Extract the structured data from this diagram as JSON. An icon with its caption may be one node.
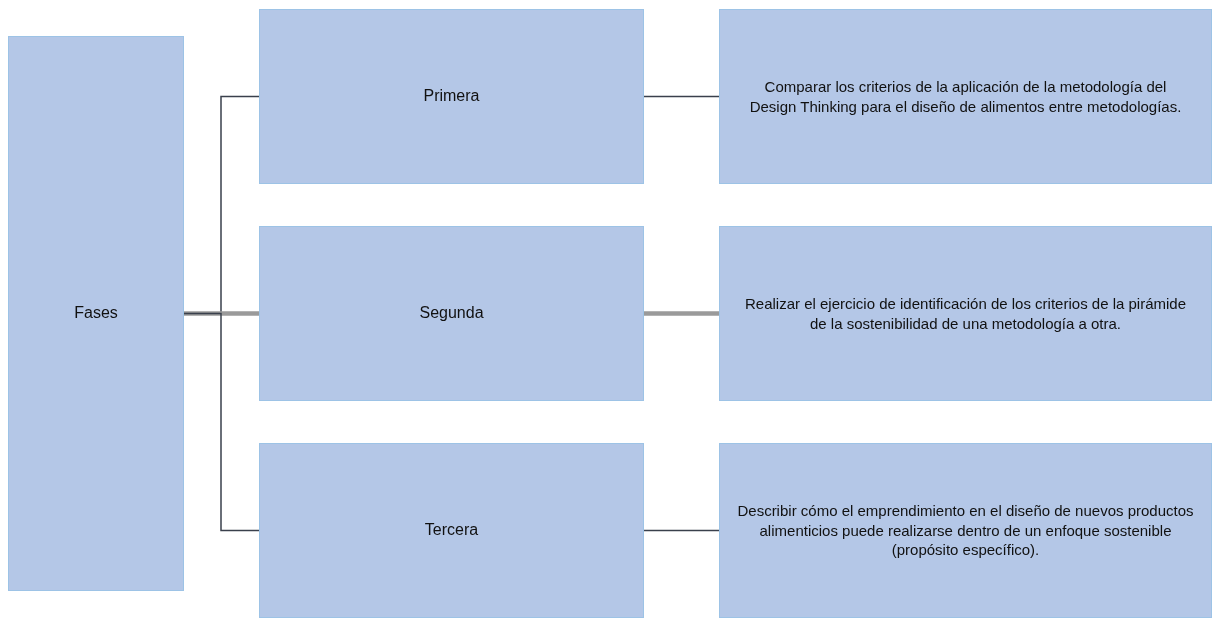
{
  "diagram": {
    "nodes": [
      {
        "text": [
          "Fases"
        ]
      },
      {
        "text": [
          "Primera"
        ]
      },
      {
        "text": [
          "Comparar los criterios de la aplicación de la metodología del Design Thinking para el diseño de alimentos entre metodologías."
        ]
      },
      {
        "text": [
          "Segunda"
        ]
      },
      {
        "text": [
          "Realizar el ejercicio de identificación de los criterios de la pirámide de la sostenibilidad de una metodología a otra."
        ]
      },
      {
        "text": [
          "Tercera"
        ]
      },
      {
        "text": [
          "Describir cómo el emprendimiento en el diseño de nuevos productos alimenticios puede realizarse dentro de un enfoque sostenible (propósito específico)."
        ]
      }
    ],
    "edges": [
      {
        "from": 0,
        "to": 1,
        "arrow": "none"
      },
      {
        "from": 0,
        "to": 3,
        "arrow": "none",
        "style": "thick",
        "color": "#9a9a9a"
      },
      {
        "from": 0,
        "to": 5,
        "arrow": "none"
      },
      {
        "from": 1,
        "to": 2,
        "arrow": "none"
      },
      {
        "from": 3,
        "to": 4,
        "arrow": "none",
        "style": "thick",
        "color": "#9a9a9a"
      },
      {
        "from": 5,
        "to": 6,
        "arrow": "none"
      }
    ]
  }
}
